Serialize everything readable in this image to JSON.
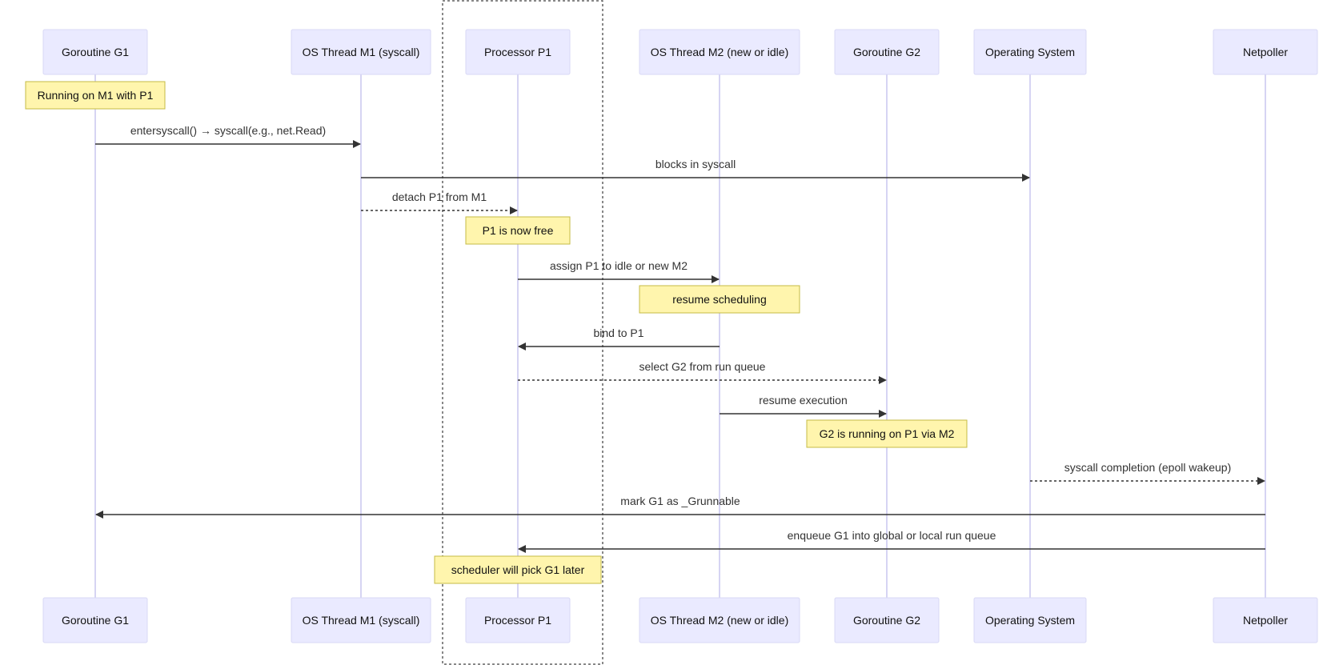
{
  "actors": [
    {
      "id": "G1",
      "label": "Goroutine G1"
    },
    {
      "id": "M1",
      "label": "OS Thread M1 (syscall)"
    },
    {
      "id": "P1",
      "label": "Processor P1"
    },
    {
      "id": "M2",
      "label": "OS Thread M2 (new or idle)"
    },
    {
      "id": "G2",
      "label": "Goroutine G2"
    },
    {
      "id": "OS",
      "label": "Operating System"
    },
    {
      "id": "NP",
      "label": "Netpoller"
    }
  ],
  "steps": [
    {
      "kind": "note",
      "over": "G1",
      "text": "Running on M1 with P1"
    },
    {
      "kind": "msg",
      "from": "G1",
      "to": "M1",
      "style": "solid",
      "text": "entersyscall() → syscall(e.g., net.Read)"
    },
    {
      "kind": "msg",
      "from": "M1",
      "to": "OS",
      "style": "solid",
      "text": "blocks in syscall"
    },
    {
      "kind": "msg",
      "from": "M1",
      "to": "P1",
      "style": "dashed",
      "text": "detach P1 from M1"
    },
    {
      "kind": "note",
      "over": "P1",
      "text": "P1 is now free"
    },
    {
      "kind": "msg",
      "from": "P1",
      "to": "M2",
      "style": "solid",
      "text": "assign P1 to idle or new M2"
    },
    {
      "kind": "note",
      "over": "M2",
      "text": "resume scheduling"
    },
    {
      "kind": "msg",
      "from": "M2",
      "to": "P1",
      "style": "solid",
      "text": "bind to P1"
    },
    {
      "kind": "msg",
      "from": "P1",
      "to": "G2",
      "style": "dashed",
      "text": "select G2 from run queue"
    },
    {
      "kind": "msg",
      "from": "M2",
      "to": "G2",
      "style": "solid",
      "text": "resume execution"
    },
    {
      "kind": "note",
      "over": "G2",
      "text": "G2 is running on P1 via M2"
    },
    {
      "kind": "msg",
      "from": "OS",
      "to": "NP",
      "style": "dashed",
      "text": "syscall completion (epoll wakeup)"
    },
    {
      "kind": "msg",
      "from": "NP",
      "to": "G1",
      "style": "solid",
      "text": "mark G1 as _Grunnable"
    },
    {
      "kind": "msg",
      "from": "NP",
      "to": "P1",
      "style": "solid",
      "text": "enqueue G1 into global or local run queue"
    },
    {
      "kind": "note",
      "over": "P1",
      "text": "scheduler will pick G1 later"
    }
  ],
  "colors": {
    "actor_fill": "#eaeaff",
    "lifeline": "#c9c6ef",
    "note_fill": "#fff5ad",
    "arrow": "#333333"
  }
}
